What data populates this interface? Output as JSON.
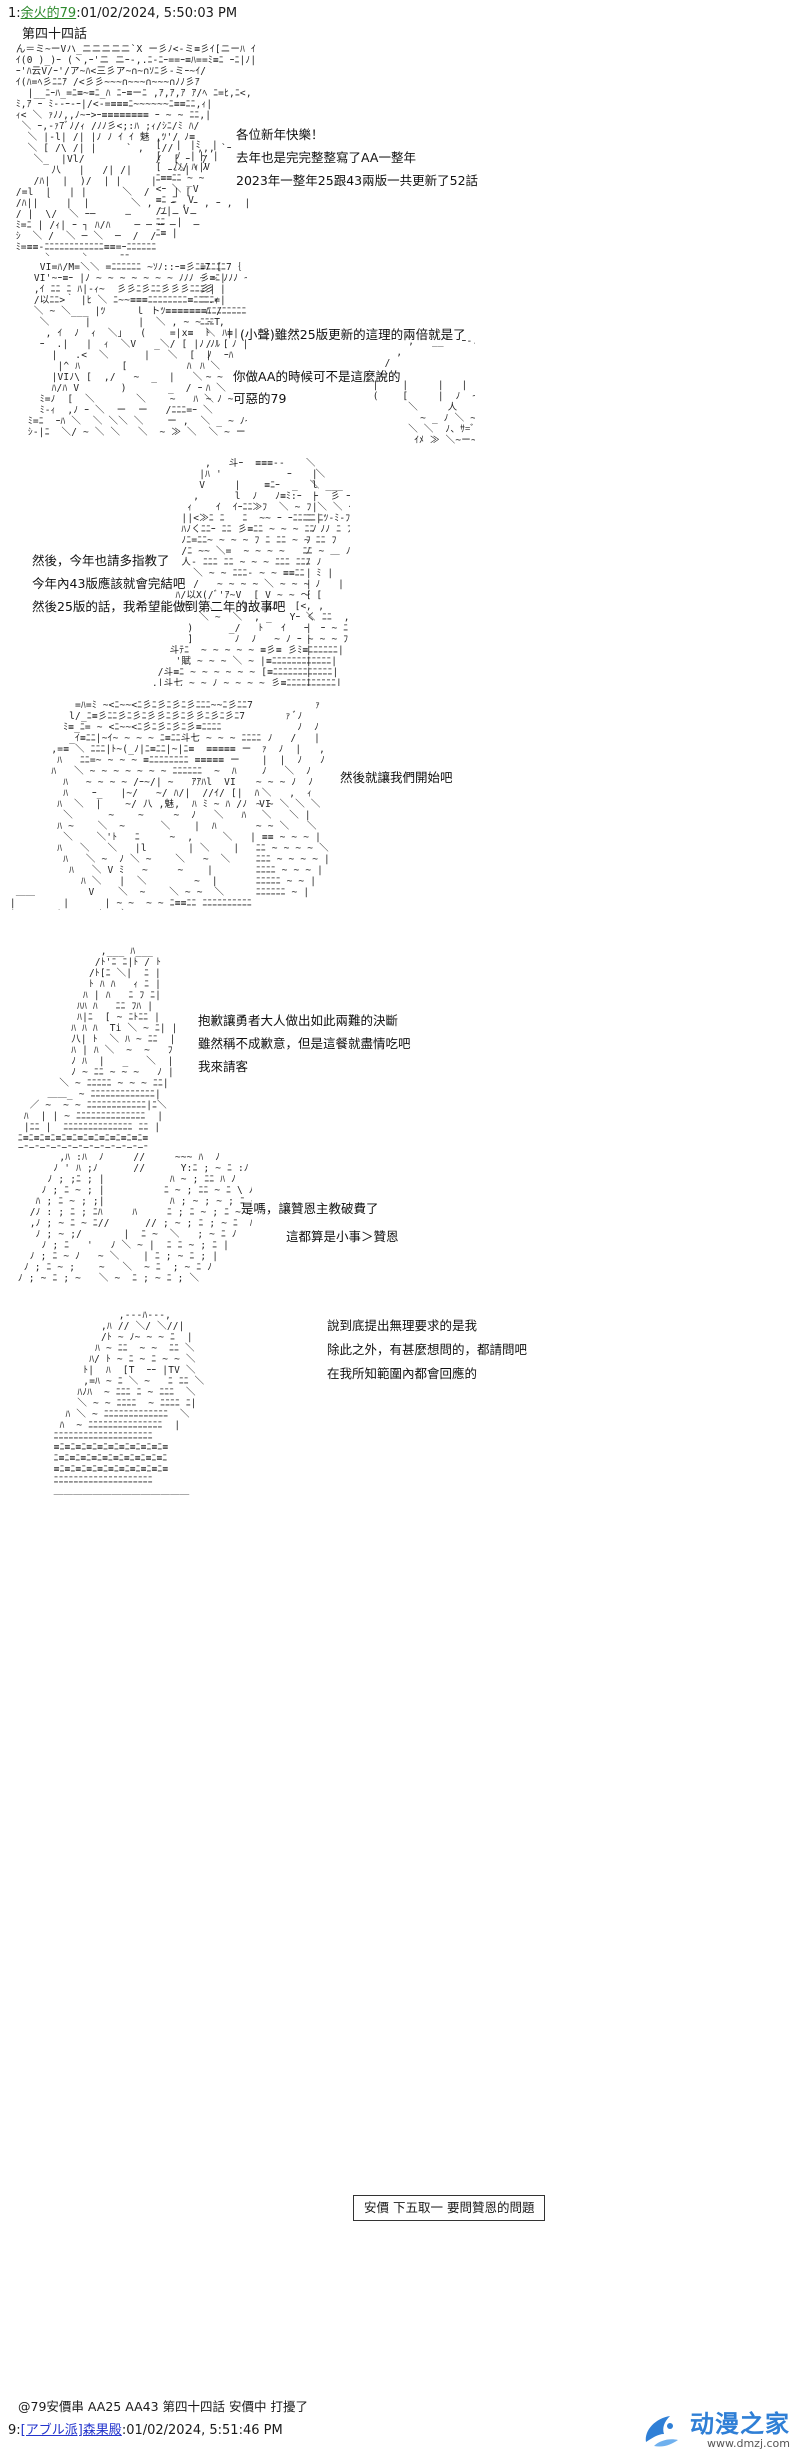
{
  "post1": {
    "num": "1:",
    "name": "余火的79",
    "meta": ":01/02/2024, 5:50:03 PM"
  },
  "chapter_title": "第四十四話",
  "scene1_lines": [
    "各位新年快樂！",
    "去年也是完完整整寫了AA一整年",
    "2023年一整年25跟43兩版一共更新了52話"
  ],
  "scene2_lines": [
    "(小聲)雖然25版更新的這理的兩倍就是了",
    "你做AA的時候可不是這麼說的",
    "可惡的79"
  ],
  "scene3_lines": [
    "然後，今年也請多指教了",
    "今年內43版應該就會完結吧",
    "然後25版的話，我希望能做到第二年的故事吧"
  ],
  "scene4_lines": [
    "然後就讓我們開始吧"
  ],
  "scene5_lines": [
    "抱歉讓勇者大人做出如此兩難的決斷",
    "雖然稱不成歉意，但是這餐就盡情吃吧",
    "我來請客"
  ],
  "scene6_lines": [
    "是嗎，讓贊恩主教破費了",
    "這都算是小事＞贊恩"
  ],
  "scene7_lines": [
    "說到底提出無理要求的是我",
    "除此之外，有甚麼想問的，都請問吧",
    "在我所知範圍內都會回應的"
  ],
  "boxed_line": "安價 下五取一 要問贊恩的問題",
  "caption": "@79安價串 AA25 AA43 第四十四話 安價中 打擾了",
  "post9": {
    "num": "9:",
    "name": "[アブル派]森果殿",
    "meta": ":01/02/2024, 5:51:46 PM"
  },
  "watermark": {
    "name": "动漫之家",
    "url": "www.dmzj.com",
    "color": "#2f7fd6"
  },
  "colors": {
    "name_green": "#2d8a2d",
    "name_blue": "#2233cc"
  }
}
